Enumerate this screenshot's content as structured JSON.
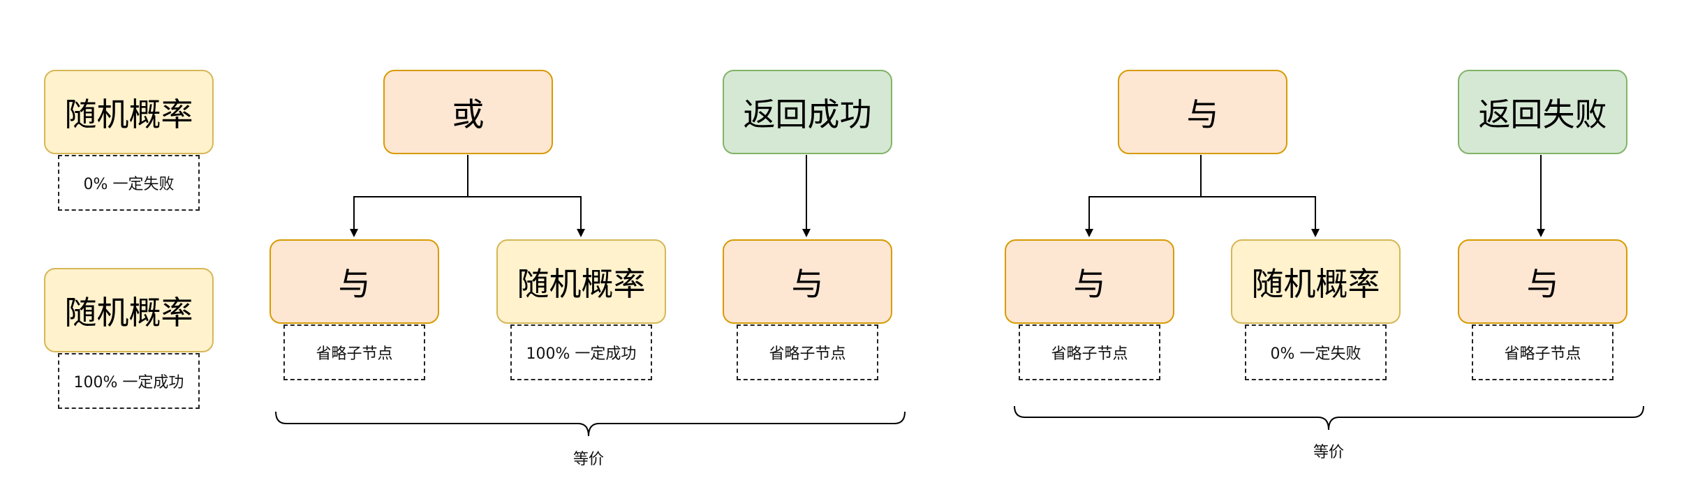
{
  "legend": {
    "top_node": "随机概率",
    "top_note": "0% 一定失败",
    "bottom_node": "随机概率",
    "bottom_note": "100% 一定成功"
  },
  "left_group": {
    "root": "或",
    "child_and": "与",
    "child_and_note": "省略子节点",
    "child_random": "随机概率",
    "child_random_note": "100% 一定成功",
    "result": "返回成功",
    "result_child": "与",
    "result_child_note": "省略子节点",
    "equiv_label": "等价"
  },
  "right_group": {
    "root": "与",
    "child_and": "与",
    "child_and_note": "省略子节点",
    "child_random": "随机概率",
    "child_random_note": "0% 一定失败",
    "result": "返回失败",
    "result_child": "与",
    "result_child_note": "省略子节点",
    "equiv_label": "等价"
  },
  "colors": {
    "composite_fill": "#fde6d2",
    "composite_stroke": "#d79b00",
    "random_fill": "#fff2cc",
    "random_stroke": "#d6b656",
    "result_fill": "#d5e8d4",
    "result_stroke": "#82b366"
  }
}
